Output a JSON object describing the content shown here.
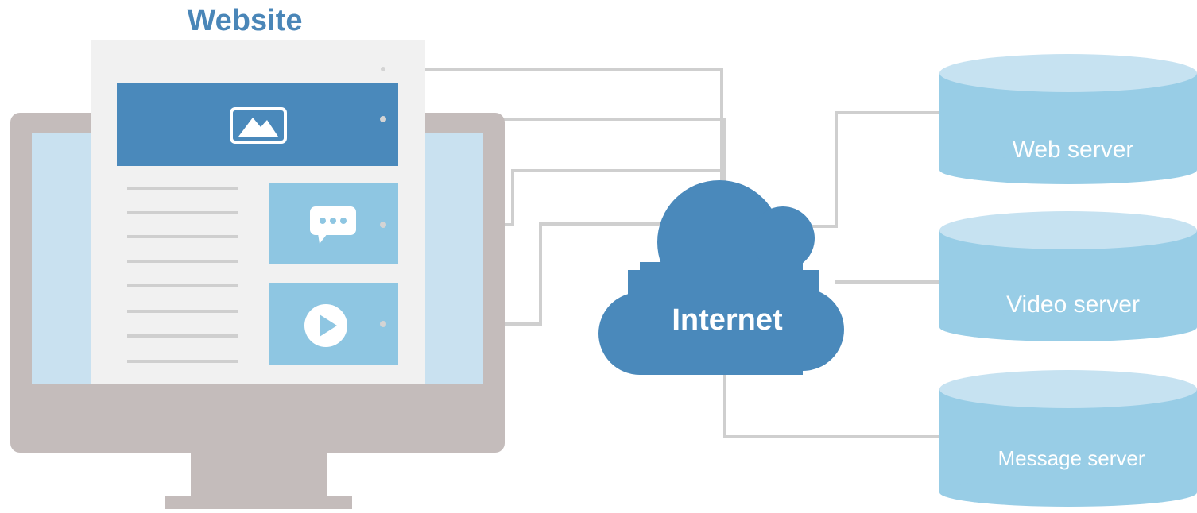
{
  "website": {
    "title": "Website"
  },
  "internet": {
    "label": "Internet"
  },
  "servers": [
    {
      "label": "Web server"
    },
    {
      "label": "Video server"
    },
    {
      "label": "Message server"
    }
  ],
  "colors": {
    "title_blue": "#4a86b8",
    "monitor_gray": "#c4bcbb",
    "screen_light_blue": "#c9e1f0",
    "page_bg": "#f1f1f1",
    "banner_blue": "#4a89bb",
    "tile_light_blue": "#8ec6e2",
    "cloud_blue": "#4a89bb",
    "server_body": "#98cde6",
    "server_top": "#c6e2f1",
    "connector_gray": "#cfcfcf",
    "text_line_gray": "#cfcfcf"
  },
  "icons": [
    "image-icon",
    "chat-icon",
    "play-icon"
  ]
}
